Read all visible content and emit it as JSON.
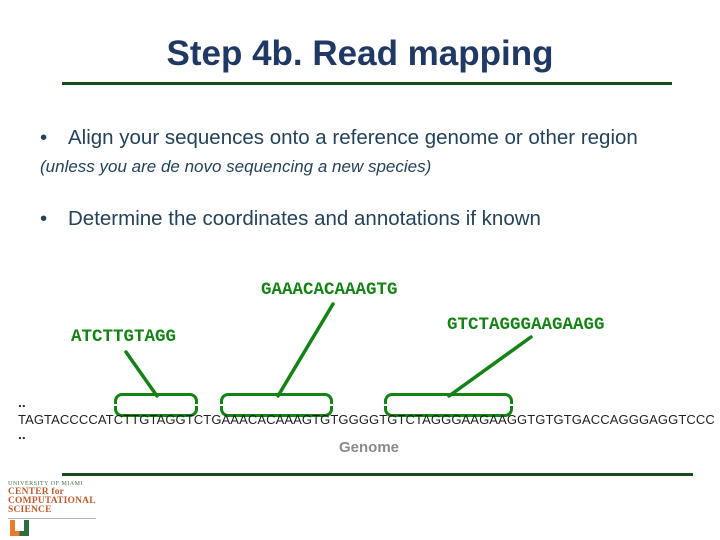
{
  "slide": {
    "title": "Step 4b. Read mapping",
    "bullet_glyph": "•",
    "bullets": [
      {
        "text": "Align your sequences onto a reference genome or other region",
        "note": "(unless you are de novo sequencing a new species)"
      },
      {
        "text": "Determine the coordinates and annotations if known"
      }
    ]
  },
  "diagram": {
    "reads": [
      {
        "label": "ATCTTGTAGG"
      },
      {
        "label": "GAAACACAAAGTG"
      },
      {
        "label": "GTCTAGGGAAGAAGG"
      }
    ],
    "genome": {
      "ellipsis_top": "..",
      "sequence": "TAGTACCCCATCTTGTAGGTCTGAAACACAAAGTGTGGGGTGTCTAGGGAAGAAGGTGTGTGACCAGGGAGGTCCC",
      "ellipsis_bottom": "..",
      "label": "Genome"
    }
  },
  "footer": {
    "logo": {
      "university": "UNIVERSITY OF MIAMI",
      "lines": [
        "CENTER for",
        "COMPUTATIONAL",
        "SCIENCE"
      ]
    }
  },
  "colors": {
    "title_navy": "#1F3864",
    "body_text": "#24425A",
    "diagram_green": "#148214",
    "rule_green": "#174E17",
    "genome_label_gray": "#8A8A8A",
    "logo_rust": "#BE5B2D",
    "logo_leaf_green": "#47724F",
    "u_orange": "#E97B2F",
    "u_green": "#2C6B3F"
  }
}
